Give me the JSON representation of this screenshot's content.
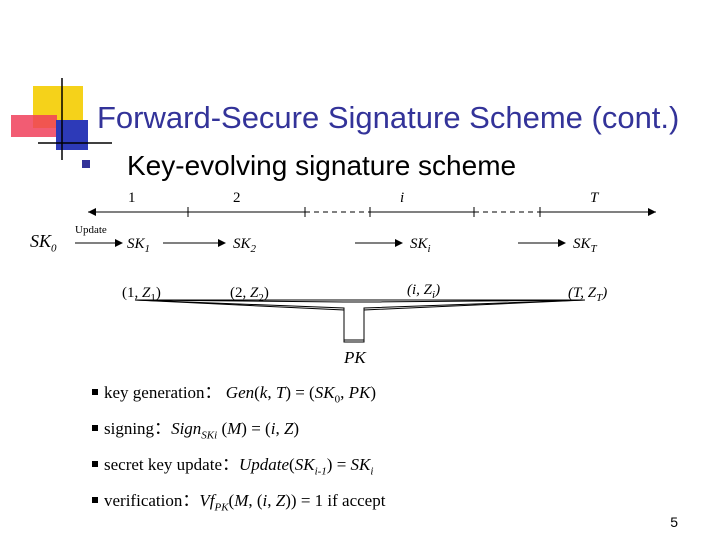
{
  "slide": {
    "title": "Forward-Secure Signature Scheme (cont.)",
    "bullet": "Key-evolving signature scheme",
    "page_number": "5"
  },
  "diagram": {
    "periods": [
      "1",
      "2",
      "i",
      "T"
    ],
    "sk0": "SK",
    "sk0_sub": "0",
    "update_label": "Update",
    "keys": [
      {
        "base": "SK",
        "sub": "1"
      },
      {
        "base": "SK",
        "sub": "2"
      },
      {
        "base": "SK",
        "sub": "i"
      },
      {
        "base": "SK",
        "sub": "T"
      }
    ],
    "signatures": [
      {
        "open": "(1, ",
        "z": "Z",
        "sub": "1",
        "close": ")"
      },
      {
        "open": "(2, ",
        "z": "Z",
        "sub": "2",
        "close": ")"
      },
      {
        "open": "(i, ",
        "z": "Z",
        "sub": "i",
        "close": ")"
      },
      {
        "open": "(T, ",
        "z": "Z",
        "sub": "T",
        "close": ")"
      }
    ],
    "pk": "PK"
  },
  "bullets": {
    "keygen": {
      "label": "key generation：",
      "f": "Gen",
      "args_a": "(",
      "k": "k",
      "comma": ", ",
      "T": "T",
      "eq": ") = (",
      "sk": "SK",
      "sk_sub": "0",
      "c2": ", ",
      "pk": "PK",
      "end": ")"
    },
    "signing": {
      "label": "signing：",
      "f": "Sign",
      "f_sub": "SKi",
      "sp": " (",
      "m": "M",
      "eq": ") = (",
      "i": "i",
      "c": ", ",
      "z": "Z",
      "end": ")"
    },
    "update": {
      "label": "secret key update：",
      "f": "Update",
      "o": "(",
      "sk": "SK",
      "sk_sub": "i-1",
      "eq": ") = ",
      "sk2": "SK",
      "sk2_sub": "i"
    },
    "verify": {
      "label": "verification：",
      "f": "Vf",
      "f_sub": "PK",
      "o": "(",
      "m": "M",
      "c": ", (",
      "i": "i",
      "c2": ", ",
      "z": "Z",
      "eq": ")) = 1  if accept"
    }
  },
  "colors": {
    "title": "#333399",
    "accent_yellow": "#f5d21a",
    "accent_red": "#f0405a",
    "accent_blue": "#2d3ab8"
  }
}
